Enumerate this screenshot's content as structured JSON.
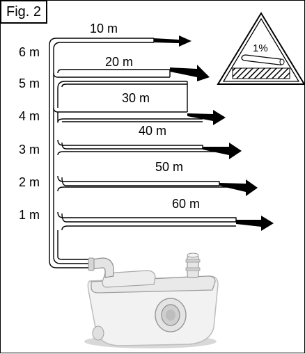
{
  "figure": {
    "label": "Fig. 2"
  },
  "heights": [
    "6 m",
    "5 m",
    "4 m",
    "3 m",
    "2 m",
    "1 m"
  ],
  "distances": [
    "10 m",
    "20 m",
    "30 m",
    "40 m",
    "50 m",
    "60 m"
  ],
  "slope": {
    "value": "1%"
  },
  "icons": {
    "arrow": "arrow-right-icon",
    "slope": "slope-warning-icon",
    "unit": "macerator-pump-unit-icon"
  },
  "colors": {
    "line": "#000000",
    "unit_body": "#f2f2f2",
    "unit_shadow": "#bdbdbd"
  }
}
